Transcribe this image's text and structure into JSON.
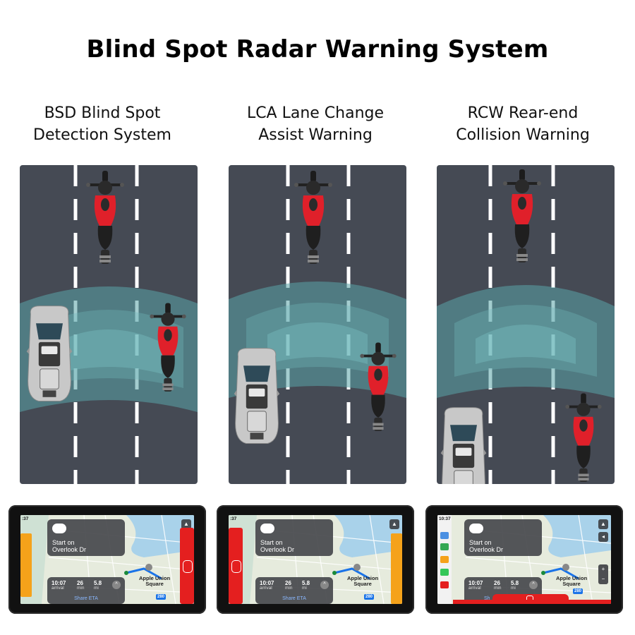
{
  "title": "Blind Spot Radar Warning System",
  "columns": [
    {
      "label_line1": "BSD Blind Spot",
      "label_line2": "Detection System",
      "warning_side": "right",
      "screen": {
        "time": ":37",
        "nav_line1": "Start on",
        "nav_line2": "Overlook Dr",
        "arrival_value": "10:07",
        "arrival_label": "arrival",
        "min_value": "26",
        "min_label": "min",
        "mi_value": "5.8",
        "mi_label": "mi",
        "share_label": "Share ETA",
        "poi_label_line1": "Apple Union",
        "poi_label_line2": "Square",
        "highway": "280"
      }
    },
    {
      "label_line1": "LCA Lane Change",
      "label_line2": "Assist Warning",
      "warning_side": "left",
      "screen": {
        "time": ":37",
        "nav_line1": "Start on",
        "nav_line2": "Overlook Dr",
        "arrival_value": "10:07",
        "arrival_label": "arrival",
        "min_value": "26",
        "min_label": "min",
        "mi_value": "5.8",
        "mi_label": "mi",
        "share_label": "Share ETA",
        "poi_label_line1": "Apple Union",
        "poi_label_line2": "Square",
        "highway": "280"
      }
    },
    {
      "label_line1": "RCW Rear-end",
      "label_line2": "Collision Warning",
      "warning_side": "bottom",
      "screen": {
        "time": "10:37",
        "nav_line1": "Start on",
        "nav_line2": "Overlook Dr",
        "arrival_value": "10:07",
        "arrival_label": "arrival",
        "min_value": "26",
        "min_label": "min",
        "mi_value": "5.8",
        "mi_label": "mi",
        "share_label": "Sh",
        "poi_label_line1": "Apple Union",
        "poi_label_line2": "Square",
        "highway": "280"
      }
    }
  ],
  "colors": {
    "road": "#454a54",
    "radar": "#5aa4a8",
    "warning_red": "#e41f1f",
    "warning_orange": "#f5a21a",
    "moto_red": "#e0202a"
  },
  "icons": [
    "motorcycle-icon",
    "car-icon",
    "radar-wave-icon",
    "navigation-arrow-icon",
    "compass-icon",
    "location-pin-icon",
    "zoom-in-icon",
    "zoom-out-icon",
    "volume-icon"
  ]
}
